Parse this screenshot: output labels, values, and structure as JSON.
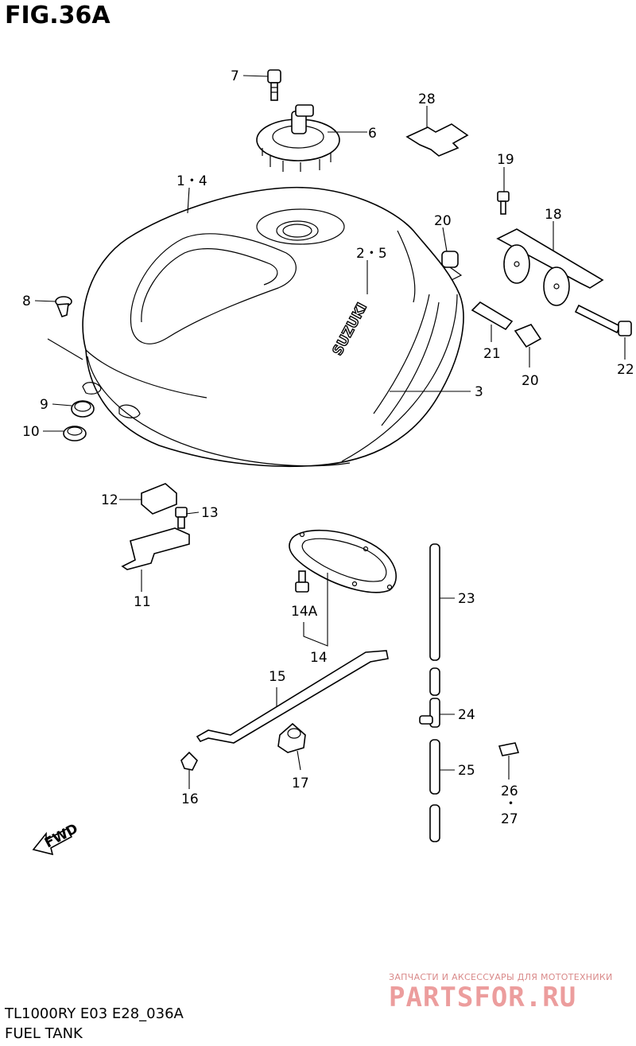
{
  "figure": {
    "title": "FIG.36A"
  },
  "footer": {
    "model": "TL1000RY E03 E28_036A",
    "name": "FUEL TANK"
  },
  "watermark": {
    "top_text": "ЗАПЧАСТИ И АКСЕССУАРЫ ДЛЯ МОТОТЕХНИКИ",
    "brand": "PARTSFOR.RU"
  },
  "tank_logo": "SUZUKI",
  "fwd_label": "FWD",
  "callouts": {
    "c1_4": "1・4",
    "c2_5": "2・5",
    "c3": "3",
    "c6": "6",
    "c7": "7",
    "c8": "8",
    "c9": "9",
    "c10": "10",
    "c11": "11",
    "c12": "12",
    "c13": "13",
    "c14": "14",
    "c14a": "14A",
    "c15": "15",
    "c16": "16",
    "c17": "17",
    "c18": "18",
    "c19": "19",
    "c20a": "20",
    "c20b": "20",
    "c21": "21",
    "c22": "22",
    "c23": "23",
    "c24": "24",
    "c25": "25",
    "c26": "26",
    "c26_dot": "・",
    "c27": "27",
    "c28": "28"
  }
}
